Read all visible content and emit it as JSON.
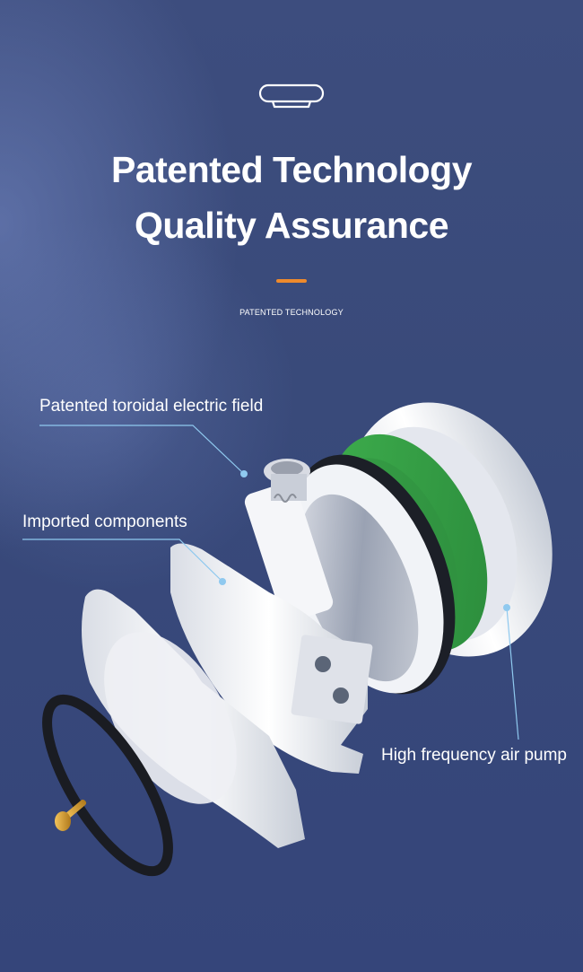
{
  "header": {
    "title_line1": "Patented Technology",
    "title_line2": "Quality Assurance",
    "subtitle": "PATENTED TECHNOLOGY",
    "logo_icon": "air-purifier-outline-icon",
    "accent_color": "#ee8a2c"
  },
  "callouts": [
    {
      "label": "Patented toroidal electric field"
    },
    {
      "label": "Imported components"
    },
    {
      "label": "High frequency air pump"
    }
  ],
  "colors": {
    "background": "#3a4a7b",
    "leader_line": "#8fc9ef",
    "pcb_green": "#3aa14a"
  }
}
